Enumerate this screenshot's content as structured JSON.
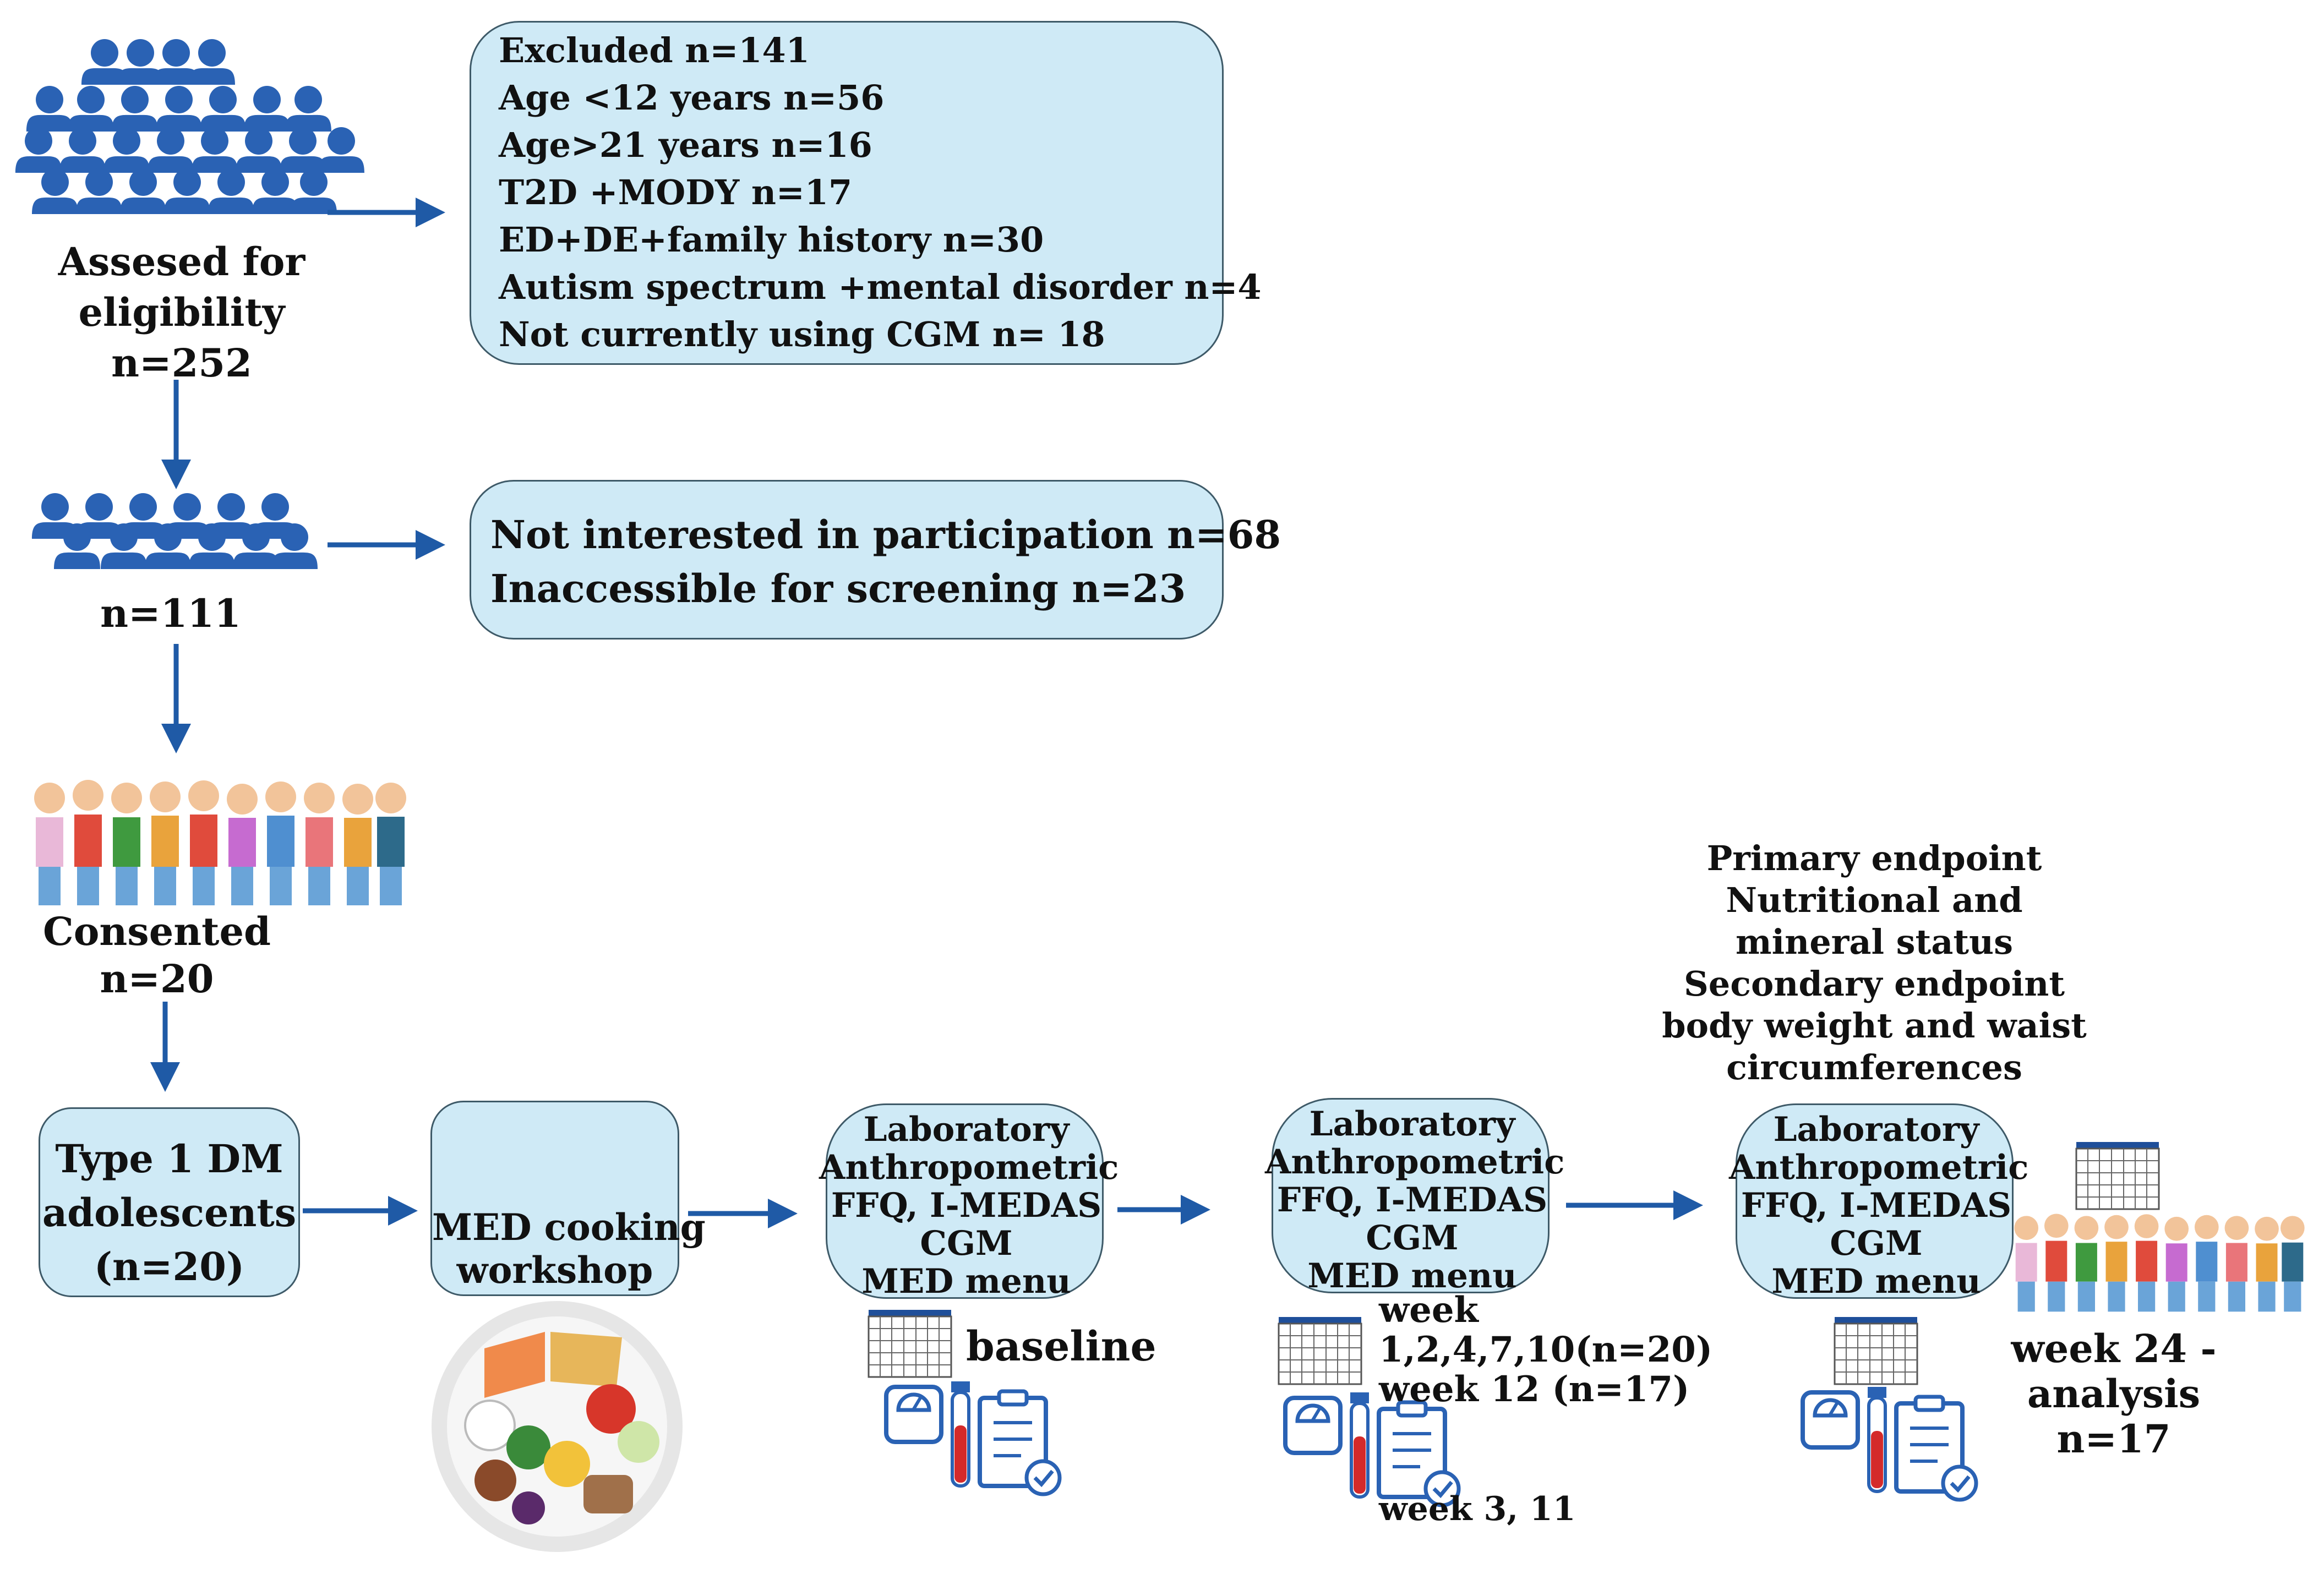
{
  "colors": {
    "box_fill": "#cfeaf6",
    "box_border": "#3e5a68",
    "arrow": "#1f5aa6",
    "people_icon": "#2a62b4",
    "text": "#111111"
  },
  "flow": {
    "assessed": {
      "line1": "Assesed for",
      "line2": "eligibility",
      "line3": "n=252"
    },
    "excluded": [
      "Excluded n=141",
      "Age <12 years n=56",
      "Age>21 years n=16",
      "T2D +MODY n=17",
      "ED+DE+family history n=30",
      "Autism spectrum +mental disorder n=4",
      "Not currently using CGM n= 18"
    ],
    "second_group": {
      "count": "n=111"
    },
    "not_participating": [
      "Not interested in participation n=68",
      "Inaccessible for screening n=23"
    ],
    "consented": {
      "line1": "Consented",
      "line2": "n=20"
    }
  },
  "timeline": {
    "type1": {
      "line1": "Type 1 DM",
      "line2": "adolescents",
      "line3": "(n=20)"
    },
    "workshop": {
      "line1": "MED cooking",
      "line2": "workshop"
    },
    "visit_lines": [
      "Laboratory",
      "Anthropometric",
      "FFQ, I-MEDAS",
      "CGM",
      "MED menu"
    ],
    "baseline_label": "baseline",
    "followup": {
      "line1": "week",
      "line2": "1,2,4,7,10(n=20)",
      "line3": "week 12  (n=17)",
      "line4": "week 3, 11"
    },
    "endpoints": [
      "Primary endpoint",
      "Nutritional and",
      "mineral status",
      "Secondary endpoint",
      "body weight and waist",
      "circumferences"
    ],
    "final": {
      "line1": "week 24 -",
      "line2": "analysis",
      "line3": "n=17"
    }
  },
  "icons": [
    "people-crowd-icon",
    "people-group-icon",
    "children-group-icon",
    "chefs-cooking-icon",
    "mediterranean-food-plate-icon",
    "calendar-icon",
    "weighing-scale-icon",
    "blood-tube-icon",
    "clipboard-checklist-icon"
  ]
}
